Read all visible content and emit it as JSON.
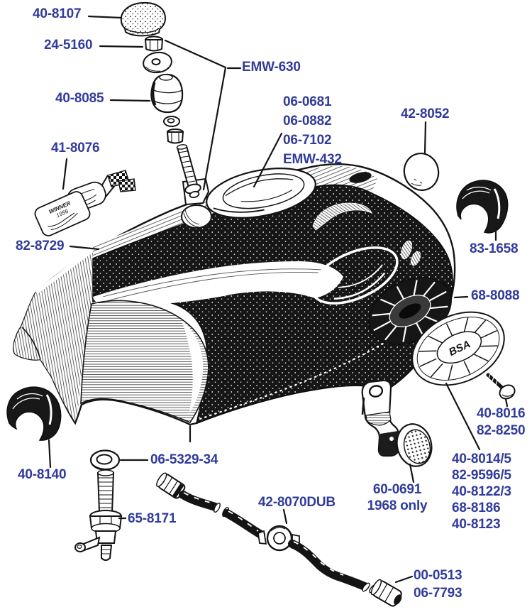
{
  "figure": {
    "type": "exploded-parts-diagram",
    "subject": "BSA motorcycle petrol tank assembly",
    "background": "#ffffff",
    "label_color": "#313b9b",
    "ink_color": "#141414"
  },
  "badge": {
    "text": "BSA"
  },
  "decal": {
    "line1": "WINNER",
    "line2": "1956"
  },
  "callouts": [
    {
      "name": "grommet-cap",
      "lines": [
        "40-8107"
      ]
    },
    {
      "name": "nut",
      "lines": [
        "24-5160"
      ]
    },
    {
      "name": "mounting-bolt",
      "lines": [
        "EMW-630"
      ]
    },
    {
      "name": "rubber-buffer",
      "lines": [
        "40-8085"
      ]
    },
    {
      "name": "tank-transfer",
      "lines": [
        "41-8076"
      ]
    },
    {
      "name": "filler-cap",
      "lines": [
        "06-0681",
        "06-0882",
        "06-7102",
        "EMW-432"
      ]
    },
    {
      "name": "rubber-pad",
      "lines": [
        "42-8052"
      ]
    },
    {
      "name": "fuel-tank",
      "lines": [
        "82-8729"
      ]
    },
    {
      "name": "knee-grip-right",
      "lines": [
        "83-1658"
      ]
    },
    {
      "name": "tank-badge-rear",
      "lines": [
        "68-8088"
      ]
    },
    {
      "name": "badge-screw",
      "lines": [
        "40-8016",
        "82-8250"
      ]
    },
    {
      "name": "tank-badge-set",
      "lines": [
        "40-8014/5",
        "82-9596/5",
        "40-8122/3",
        "68-8186",
        "40-8123"
      ]
    },
    {
      "name": "reflector",
      "lines": [
        "60-0691",
        "1968 only"
      ]
    },
    {
      "name": "knee-grip-left",
      "lines": [
        "40-8140"
      ]
    },
    {
      "name": "tap-washer",
      "lines": [
        "06-5329-34"
      ]
    },
    {
      "name": "fuel-tap",
      "lines": [
        "65-8171"
      ]
    },
    {
      "name": "fuel-pipe-junction",
      "lines": [
        "42-8070DUB"
      ]
    },
    {
      "name": "fuel-pipe-end",
      "lines": [
        "00-0513",
        "06-7793"
      ]
    }
  ]
}
